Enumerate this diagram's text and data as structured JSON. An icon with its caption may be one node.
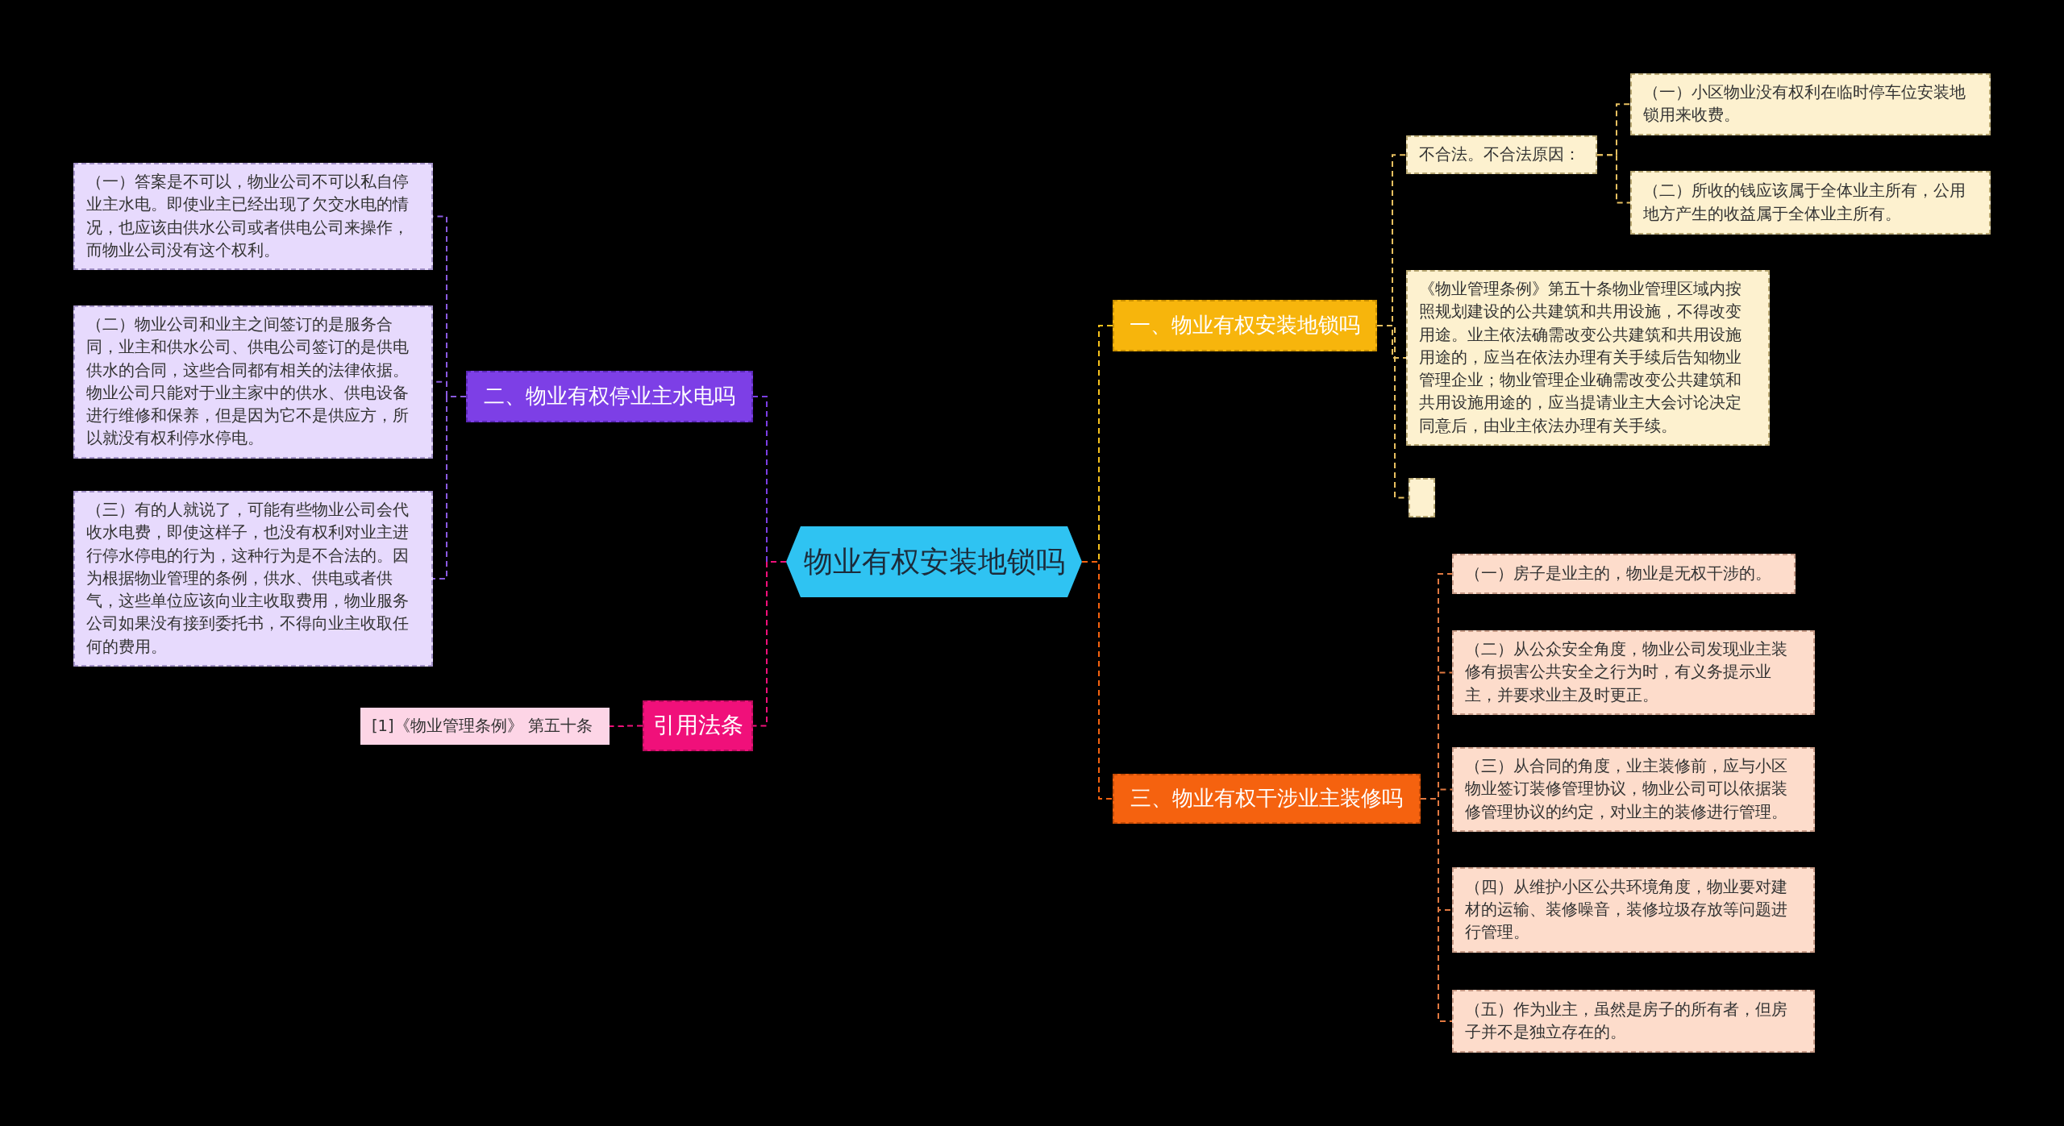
{
  "diagram": {
    "nodes": [
      {
        "text": [
          "物业有权安装地锁吗"
        ]
      },
      {
        "text": [
          "一、物业有权安装地锁吗"
        ]
      },
      {
        "text": [
          "不合法。不合法原因："
        ]
      },
      {
        "text": [
          "（一）小区物业没有权利在临时停车位安装地锁用来收费。"
        ]
      },
      {
        "text": [
          "（二）所收的钱应该属于全体业主所有，公用地方产生的收益属于全体业主所有。"
        ]
      },
      {
        "text": [
          "《物业管理条例》第五十条物业管理区域内按照规划建设的公共建筑和共用设施，不得改变用途。业主依法确需改变公共建筑和共用设施用途的，应当在依法办理有关手续后告知物业管理企业；物业管理企业确需改变公共建筑和共用设施用途的，应当提请业主大会讨论决定同意后，由业主依法办理有关手续。"
        ]
      },
      {
        "text": [],
        "shape": "box"
      },
      {
        "text": [
          "三、物业有权干涉业主装修吗"
        ]
      },
      {
        "text": [
          "（一）房子是业主的，物业是无权干涉的。"
        ]
      },
      {
        "text": [
          "（二）从公众安全角度，物业公司发现业主装修有损害公共安全之行为时，有义务提示业主，并要求业主及时更正。"
        ]
      },
      {
        "text": [
          "（三）从合同的角度，业主装修前，应与小区物业签订装修管理协议，物业公司可以依据装修管理协议的约定，对业主的装修进行管理。"
        ]
      },
      {
        "text": [
          "（四）从维护小区公共环境角度，物业要对建材的运输、装修噪音，装修垃圾存放等问题进行管理。"
        ]
      },
      {
        "text": [
          "（五）作为业主，虽然是房子的所有者，但房子并不是独立存在的。"
        ]
      },
      {
        "text": [
          "二、物业有权停业主水电吗"
        ]
      },
      {
        "text": [
          "（一）答案是不可以，物业公司不可以私自停业主水电。即使业主已经出现了欠交水电的情况，也应该由供水公司或者供电公司来操作，而物业公司没有这个权利。"
        ]
      },
      {
        "text": [
          "（二）物业公司和业主之间签订的是服务合同，业主和供水公司、供电公司签订的是供电供水的合同，这些合同都有相关的法律依据。物业公司只能对于业主家中的供水、供电设备进行维修和保养，但是因为它不是供应方，所以就没有权利停水停电。"
        ]
      },
      {
        "text": [
          "（三）有的人就说了，可能有些物业公司会代收水电费，即使这样子，也没有权利对业主进行停水停电的行为，这种行为是不合法的。因为根据物业管理的条例，供水、供电或者供气，这些单位应该向业主收取费用，物业服务公司如果没有接到委托书，不得向业主收取任何的费用。"
        ]
      },
      {
        "text": [
          "引用法条"
        ]
      },
      {
        "text": [
          "[1]《物业管理条例》 第五十条"
        ]
      }
    ],
    "edges": [
      {
        "from": 0,
        "to": 1,
        "arrow": "none",
        "style": "dashed",
        "color": "#f8c21c"
      },
      {
        "from": 1,
        "to": 2,
        "arrow": "none",
        "style": "dashed",
        "color": "#e8c060"
      },
      {
        "from": 2,
        "to": 3,
        "arrow": "none",
        "style": "dashed",
        "color": "#e8c060"
      },
      {
        "from": 2,
        "to": 4,
        "arrow": "none",
        "style": "dashed",
        "color": "#e8c060"
      },
      {
        "from": 1,
        "to": 5,
        "arrow": "none",
        "style": "dashed",
        "color": "#e8c060"
      },
      {
        "from": 1,
        "to": 6,
        "arrow": "none",
        "style": "dashed",
        "color": "#e8c060"
      },
      {
        "from": 0,
        "to": 7,
        "arrow": "none",
        "style": "dashed",
        "color": "#f5620f"
      },
      {
        "from": 7,
        "to": 8,
        "arrow": "none",
        "style": "dashed",
        "color": "#e07840"
      },
      {
        "from": 7,
        "to": 9,
        "arrow": "none",
        "style": "dashed",
        "color": "#e07840"
      },
      {
        "from": 7,
        "to": 10,
        "arrow": "none",
        "style": "dashed",
        "color": "#e07840"
      },
      {
        "from": 7,
        "to": 11,
        "arrow": "none",
        "style": "dashed",
        "color": "#e07840"
      },
      {
        "from": 7,
        "to": 12,
        "arrow": "none",
        "style": "dashed",
        "color": "#e07840"
      },
      {
        "from": 0,
        "to": 13,
        "arrow": "none",
        "style": "dashed",
        "color": "#7b3fe4"
      },
      {
        "from": 13,
        "to": 14,
        "arrow": "none",
        "style": "dashed",
        "color": "#8a5ae0"
      },
      {
        "from": 13,
        "to": 15,
        "arrow": "none",
        "style": "dashed",
        "color": "#8a5ae0"
      },
      {
        "from": 13,
        "to": 16,
        "arrow": "none",
        "style": "dashed",
        "color": "#8a5ae0"
      },
      {
        "from": 0,
        "to": 17,
        "arrow": "none",
        "style": "dashed",
        "color": "#f0107a"
      },
      {
        "from": 17,
        "to": 18,
        "arrow": "none",
        "style": "dashed",
        "color": "#f0107a"
      }
    ]
  }
}
